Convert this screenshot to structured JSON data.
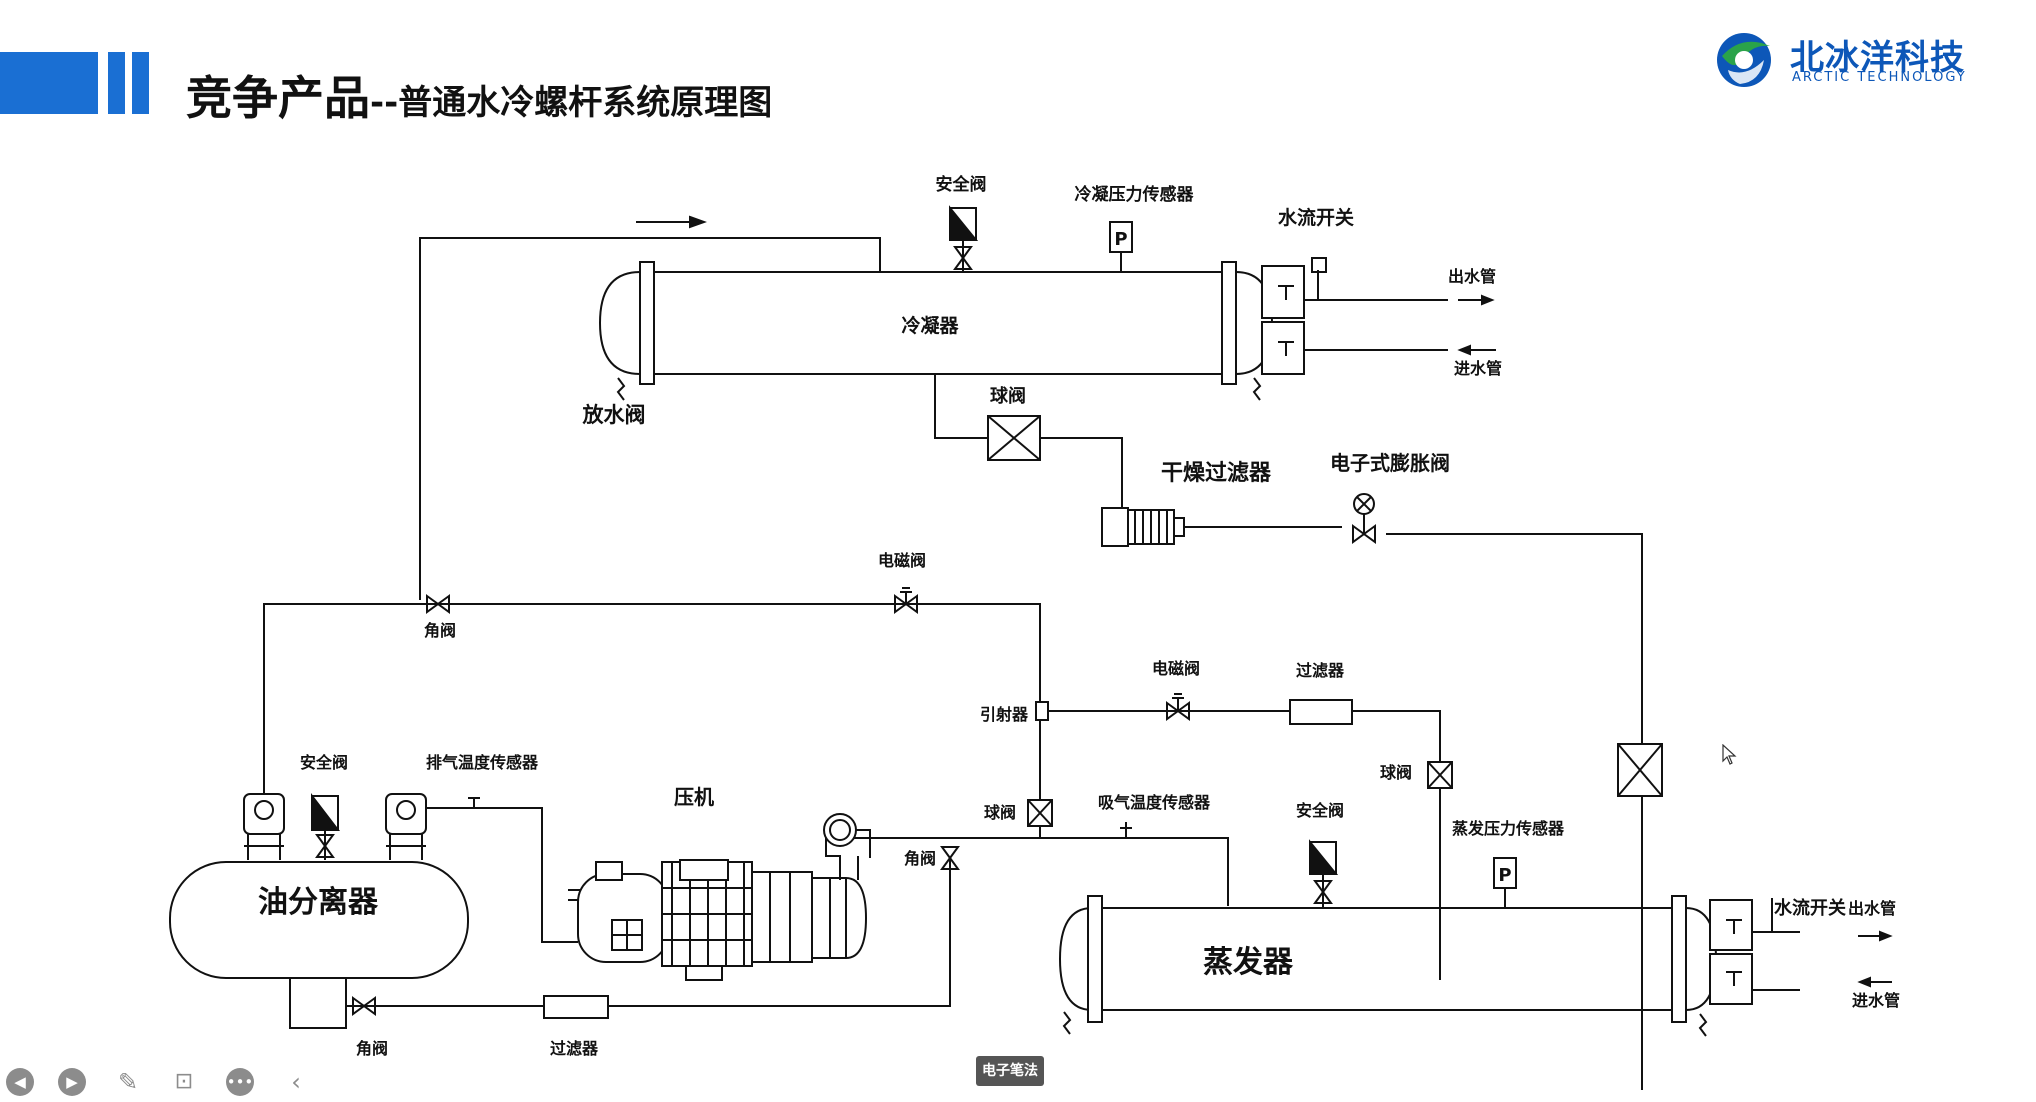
{
  "header": {
    "title_main": "竞争产品",
    "title_sub": "--普通水冷螺杆系统原理图"
  },
  "logo": {
    "name_cn": "北冰洋科技",
    "name_en": "ARCTIC TECHNOLOGY"
  },
  "diagram": {
    "labels": {
      "safety_valve_top": "安全阀",
      "cond_pressure_sensor": "冷凝压力传感器",
      "water_flow_switch_top": "水流开关",
      "water_out_top": "出水管",
      "water_in_top": "进水管",
      "condenser": "冷凝器",
      "drain_valve": "放水阀",
      "ball_valve_top": "球阀",
      "filter_drier": "干燥过滤器",
      "exp_valve": "电子式膨胀阀",
      "solenoid_valve_1": "电磁阀",
      "angle_valve_1": "角阀",
      "solenoid_valve_2": "电磁阀",
      "strainer_1": "过滤器",
      "ejector": "引射器",
      "ball_valve_mid": "球阀",
      "ball_valve_right": "球阀",
      "safety_valve_oil": "安全阀",
      "discharge_temp_sensor": "排气温度传感器",
      "compressor": "压机",
      "suction_temp_sensor": "吸气温度传感器",
      "safety_valve_evap": "安全阀",
      "evap_pressure_sensor": "蒸发压力传感器",
      "oil_separator": "油分离器",
      "angle_valve_2": "角阀",
      "evaporator": "蒸发器",
      "water_flow_switch_bottom": "水流开关",
      "water_out_bottom": "出水管",
      "water_in_bottom": "进水管",
      "angle_valve_3": "角阀",
      "strainer_2": "过滤器",
      "pressure_symbol": "P"
    }
  },
  "overlay": {
    "tooltip": "电子笔法"
  },
  "colors": {
    "accent": "#1a6fd3",
    "logo": "#0d57b8",
    "line": "#111111"
  }
}
